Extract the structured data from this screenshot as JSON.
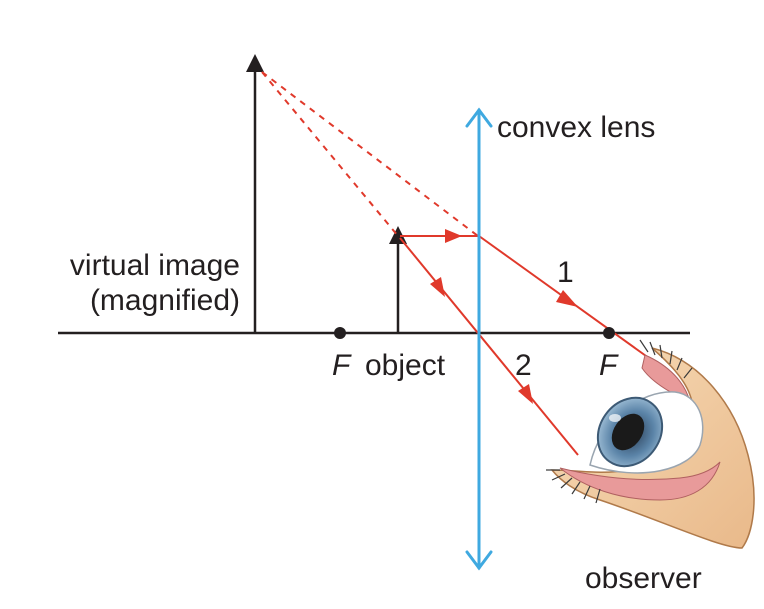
{
  "labels": {
    "convex_lens": "convex lens",
    "virtual_image_line1": "virtual image",
    "virtual_image_line2": "(magnified)",
    "focal_left": "F",
    "object": "object",
    "ray_1": "1",
    "ray_2": "2",
    "focal_right": "F",
    "observer": "observer"
  },
  "colors": {
    "ray": "#e0392b",
    "lens": "#3fa9e0",
    "axis": "#231f20",
    "text": "#231f20",
    "eye_skin": "#f3cfa3",
    "eye_lid": "#e89a9a",
    "iris": "#5b84a8"
  }
}
